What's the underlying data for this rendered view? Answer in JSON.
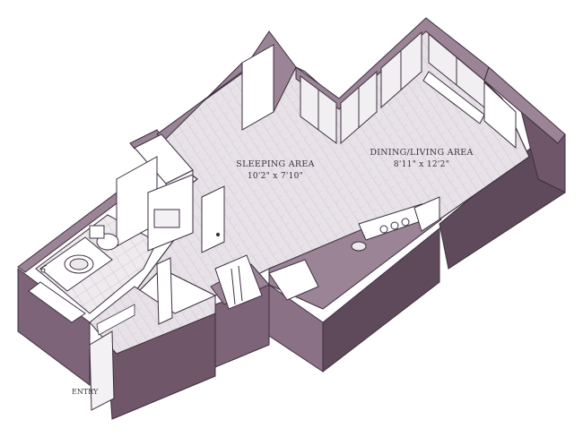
{
  "floor_plan": {
    "rooms": [
      {
        "name": "SLEEPING AREA",
        "dimensions": "10'2\" x 7'10\""
      },
      {
        "name": "DINING/LIVING AREA",
        "dimensions": "8'11\" x 12'2\""
      }
    ],
    "entry_label": "ENTRY",
    "colors": {
      "wall_side": "#7d6478",
      "wall_side_dark": "#5f4a5b",
      "wall_top": "#9a8496",
      "floor": "#e7e2e7",
      "floor_lines": "#cfc6ce",
      "outline": "#3d3040",
      "fixtures": "#ffffff"
    }
  }
}
